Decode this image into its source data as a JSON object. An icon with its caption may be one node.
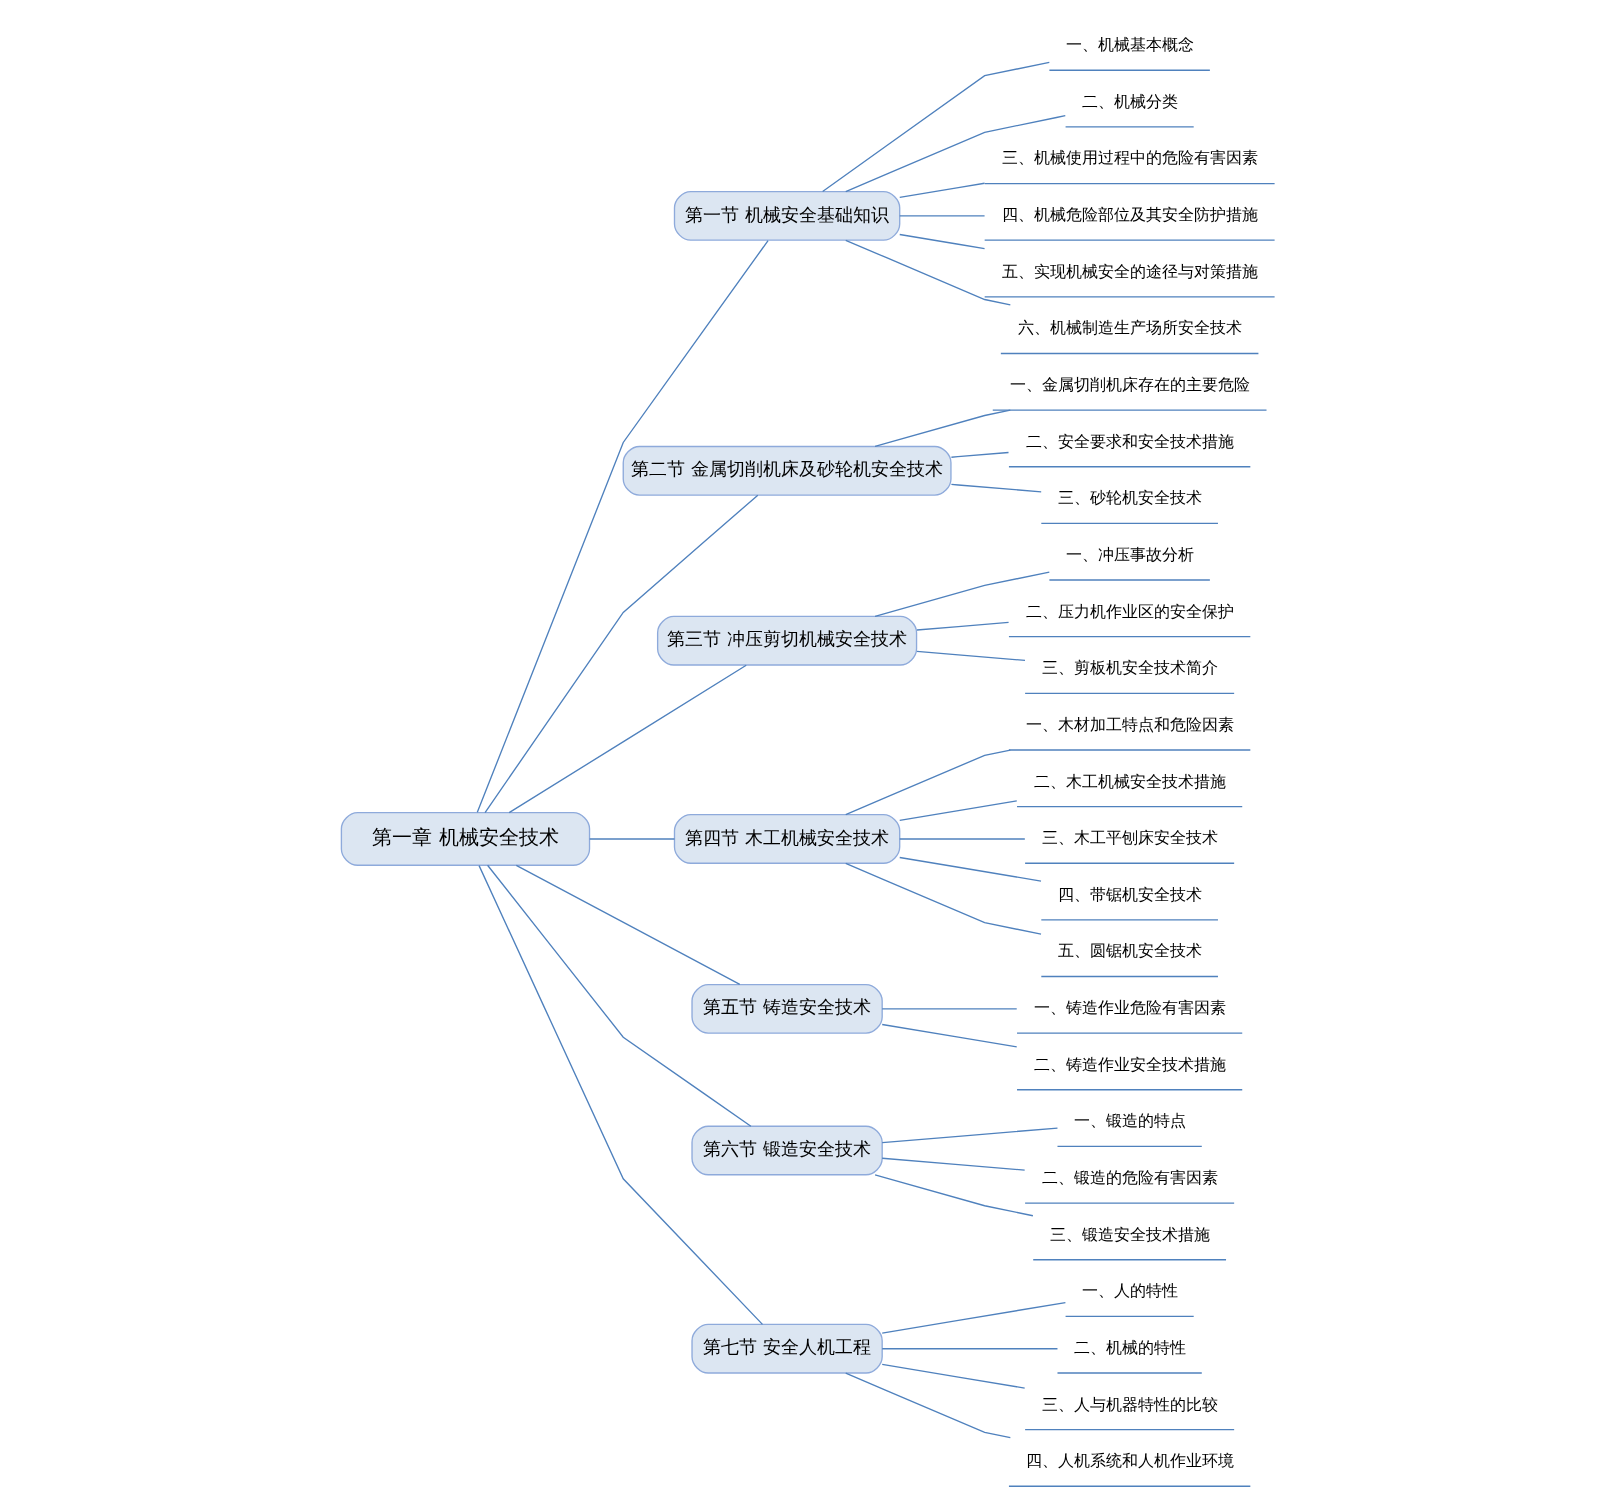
{
  "diagram": {
    "nodes": [
      {
        "text": [
          "第一章 机械安全技术"
        ]
      },
      {
        "text": [
          "第一节 机械安全基础知识"
        ]
      },
      {
        "text": [
          "一、机械基本概念"
        ]
      },
      {
        "text": [
          "二、机械分类"
        ]
      },
      {
        "text": [
          "三、机械使用过程中的危险有害因素"
        ]
      },
      {
        "text": [
          "四、机械危险部位及其安全防护措施"
        ]
      },
      {
        "text": [
          "五、实现机械安全的途径与对策措施"
        ]
      },
      {
        "text": [
          "六、机械制造生产场所安全技术"
        ]
      },
      {
        "text": [
          "第二节 金属切削机床及砂轮机安全技术"
        ]
      },
      {
        "text": [
          "一、金属切削机床存在的主要危险"
        ]
      },
      {
        "text": [
          "二、安全要求和安全技术措施"
        ]
      },
      {
        "text": [
          "三、砂轮机安全技术"
        ]
      },
      {
        "text": [
          "第三节 冲压剪切机械安全技术"
        ]
      },
      {
        "text": [
          "一、冲压事故分析"
        ]
      },
      {
        "text": [
          "二、压力机作业区的安全保护"
        ]
      },
      {
        "text": [
          "三、剪板机安全技术简介"
        ]
      },
      {
        "text": [
          "第四节 木工机械安全技术"
        ]
      },
      {
        "text": [
          "一、木材加工特点和危险因素"
        ]
      },
      {
        "text": [
          "二、木工机械安全技术措施"
        ]
      },
      {
        "text": [
          "三、木工平刨床安全技术"
        ]
      },
      {
        "text": [
          "四、带锯机安全技术"
        ]
      },
      {
        "text": [
          "五、圆锯机安全技术"
        ]
      },
      {
        "text": [
          "第五节 铸造安全技术"
        ]
      },
      {
        "text": [
          "一、铸造作业危险有害因素"
        ]
      },
      {
        "text": [
          "二、铸造作业安全技术措施"
        ]
      },
      {
        "text": [
          "第六节 锻造安全技术"
        ]
      },
      {
        "text": [
          "一、锻造的特点"
        ]
      },
      {
        "text": [
          "二、锻造的危险有害因素"
        ]
      },
      {
        "text": [
          "三、锻造安全技术措施"
        ]
      },
      {
        "text": [
          "第七节 安全人机工程"
        ]
      },
      {
        "text": [
          "一、人的特性"
        ]
      },
      {
        "text": [
          "二、机械的特性"
        ]
      },
      {
        "text": [
          "三、人与机器特性的比较"
        ]
      },
      {
        "text": [
          "四、人机系统和人机作业环境"
        ]
      }
    ],
    "edges": [
      {
        "from": 0,
        "to": 1,
        "arrow": "none"
      },
      {
        "from": 0,
        "to": 8,
        "arrow": "none"
      },
      {
        "from": 0,
        "to": 12,
        "arrow": "none"
      },
      {
        "from": 0,
        "to": 16,
        "arrow": "none"
      },
      {
        "from": 0,
        "to": 22,
        "arrow": "none"
      },
      {
        "from": 0,
        "to": 25,
        "arrow": "none"
      },
      {
        "from": 0,
        "to": 29,
        "arrow": "none"
      },
      {
        "from": 1,
        "to": 2,
        "arrow": "none"
      },
      {
        "from": 1,
        "to": 3,
        "arrow": "none"
      },
      {
        "from": 1,
        "to": 4,
        "arrow": "none"
      },
      {
        "from": 1,
        "to": 5,
        "arrow": "none"
      },
      {
        "from": 1,
        "to": 6,
        "arrow": "none"
      },
      {
        "from": 1,
        "to": 7,
        "arrow": "none"
      },
      {
        "from": 8,
        "to": 9,
        "arrow": "none"
      },
      {
        "from": 8,
        "to": 10,
        "arrow": "none"
      },
      {
        "from": 8,
        "to": 11,
        "arrow": "none"
      },
      {
        "from": 12,
        "to": 13,
        "arrow": "none"
      },
      {
        "from": 12,
        "to": 14,
        "arrow": "none"
      },
      {
        "from": 12,
        "to": 15,
        "arrow": "none"
      },
      {
        "from": 16,
        "to": 17,
        "arrow": "none"
      },
      {
        "from": 16,
        "to": 18,
        "arrow": "none"
      },
      {
        "from": 16,
        "to": 19,
        "arrow": "none"
      },
      {
        "from": 16,
        "to": 20,
        "arrow": "none"
      },
      {
        "from": 16,
        "to": 21,
        "arrow": "none"
      },
      {
        "from": 22,
        "to": 23,
        "arrow": "none"
      },
      {
        "from": 22,
        "to": 24,
        "arrow": "none"
      },
      {
        "from": 25,
        "to": 26,
        "arrow": "none"
      },
      {
        "from": 25,
        "to": 27,
        "arrow": "none"
      },
      {
        "from": 25,
        "to": 28,
        "arrow": "none"
      },
      {
        "from": 29,
        "to": 30,
        "arrow": "none"
      },
      {
        "from": 29,
        "to": 31,
        "arrow": "none"
      },
      {
        "from": 29,
        "to": 32,
        "arrow": "none"
      },
      {
        "from": 29,
        "to": 33,
        "arrow": "none"
      }
    ]
  }
}
